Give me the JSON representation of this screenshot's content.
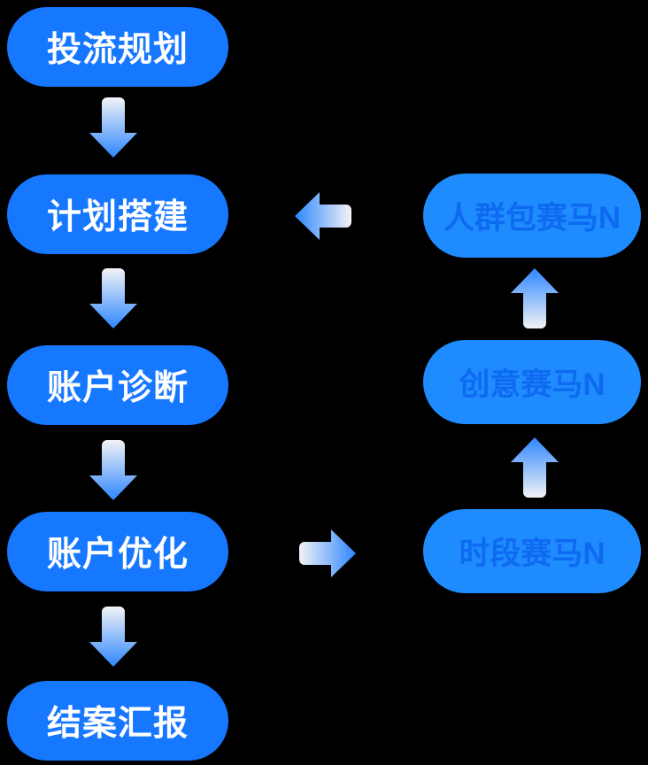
{
  "diagram": {
    "type": "flowchart",
    "background_color": "#000000",
    "colors": {
      "left_pill_bg": "#1677FF",
      "left_pill_text": "#FFFFFF",
      "right_pill_bg": "#1E8CFF",
      "right_pill_text": "#0E6AF0",
      "arrow_gradient_light": "#F2F3F5",
      "arrow_gradient_blue": "#2E86FF"
    },
    "left_column": [
      {
        "label": "投流规划"
      },
      {
        "label": "计划搭建"
      },
      {
        "label": "账户诊断"
      },
      {
        "label": "账户优化"
      },
      {
        "label": "结案汇报"
      }
    ],
    "right_column": [
      {
        "label": "人群包赛马N"
      },
      {
        "label": "创意赛马N"
      },
      {
        "label": "时段赛马N"
      }
    ],
    "connections": [
      "投流规划 -> 计划搭建",
      "计划搭建 -> 账户诊断",
      "账户诊断 -> 账户优化",
      "账户优化 -> 结案汇报",
      "账户优化 -> 时段赛马N",
      "时段赛马N -> 创意赛马N",
      "创意赛马N -> 人群包赛马N",
      "人群包赛马N -> 计划搭建"
    ]
  }
}
